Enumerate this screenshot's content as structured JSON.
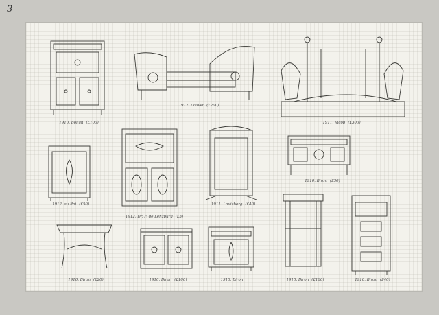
{
  "page": {
    "number": "3"
  },
  "captions": [
    {
      "id": "secretaire",
      "label": "1910. Boilan",
      "note": "(£100)"
    },
    {
      "id": "daybed",
      "label": "1912. Louvet",
      "note": "(£200)"
    },
    {
      "id": "bed",
      "label": "1911. Jacob",
      "note": "(£300)"
    },
    {
      "id": "cabinet",
      "label": "1912. au Roi",
      "note": "(£50)"
    },
    {
      "id": "tall-secretaire",
      "label": "1912. Dr. F. de Lenzburg",
      "note": "(£3)"
    },
    {
      "id": "firescreen",
      "label": "1911. Louisberg",
      "note": "(£40)"
    },
    {
      "id": "commode",
      "label": "1910. Biron",
      "note": "(£30)"
    },
    {
      "id": "table",
      "label": "1910. Biron",
      "note": "(£20)"
    },
    {
      "id": "cabinet-low",
      "label": "1910. Biron",
      "note": "(£100)"
    },
    {
      "id": "cabinet-small",
      "label": "1910. Biron",
      "note": ""
    },
    {
      "id": "etagere",
      "label": "1910. Biron",
      "note": "(£100)"
    },
    {
      "id": "tall-cabinet",
      "label": "1910. Biron",
      "note": "(£40)"
    }
  ]
}
